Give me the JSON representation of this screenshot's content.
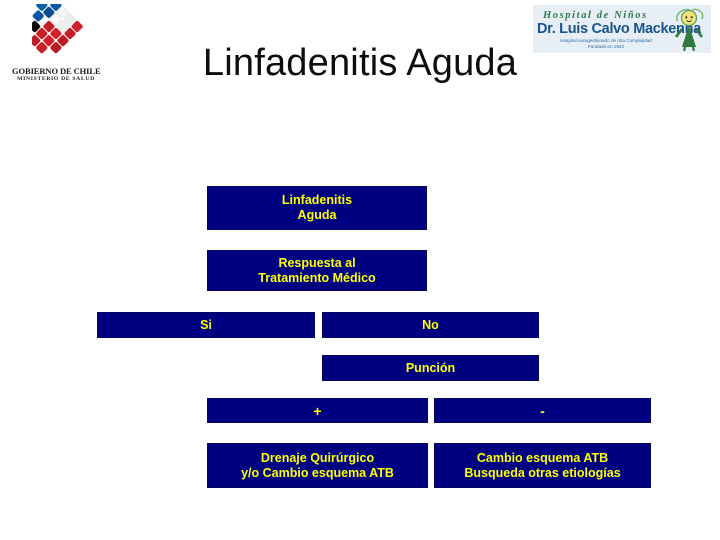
{
  "slide": {
    "title": "Linfadenitis Aguda",
    "background_color": "#ffffff",
    "title_color": "#0d0d0d"
  },
  "logos": {
    "government": {
      "name": "gobierno-de-chile-logo",
      "caption_line_1": "GOBIERNO DE CHILE",
      "caption_line_2": "MINISTERIO DE SALUD",
      "colors": {
        "blue": "#0b57a4",
        "red": "#d0212b",
        "white": "#f2f2f2"
      }
    },
    "hospital": {
      "name": "hospital-luis-calvo-mackenna-logo",
      "line_1": "Hospital de Niños",
      "line_2": "Dr. Luis Calvo Mackenna",
      "line_3": "Hospital Autogestionado de Alta Complejidad",
      "line_4": "Fundado en 1942",
      "colors": {
        "green": "#2f7a4f",
        "blue": "#18548f",
        "panel": "#e8eef5"
      }
    }
  },
  "flowchart": {
    "node_fill": "#000080",
    "node_border": "#06065e",
    "node_text_color": "#ffff00",
    "nodes": {
      "linfadenitis": {
        "line_1": "Linfadenitis",
        "line_2": "Aguda"
      },
      "respuesta": {
        "line_1": "Respuesta al",
        "line_2": "Tratamiento Médico"
      },
      "si": {
        "line_1": "Si"
      },
      "no": {
        "line_1": "No"
      },
      "puncion": {
        "line_1": "Punción"
      },
      "plus": {
        "line_1": "+"
      },
      "minus": {
        "line_1": "-"
      },
      "drenaje": {
        "line_1": "Drenaje Quirúrgico",
        "line_2": "y/o Cambio esquema ATB"
      },
      "cambio": {
        "line_1": "Cambio esquema ATB",
        "line_2": "Busqueda otras etiologías"
      }
    }
  }
}
